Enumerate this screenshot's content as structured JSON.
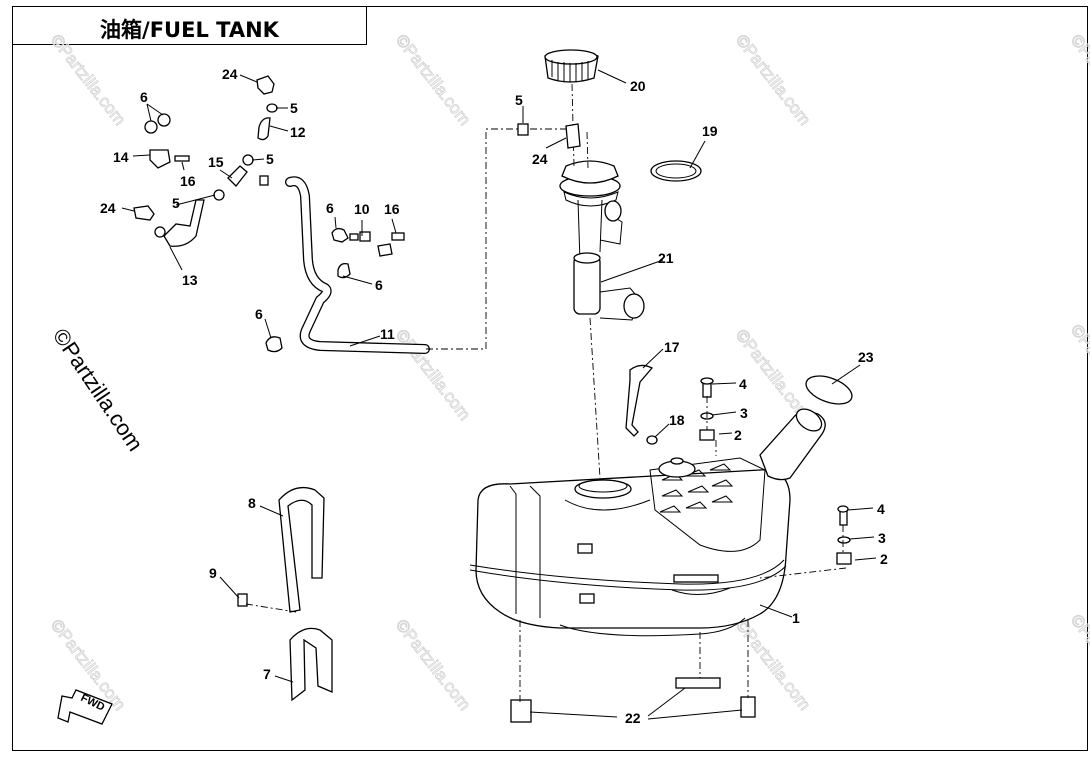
{
  "title": "油箱/FUEL TANK",
  "watermark": "©Partzilla.com",
  "fwd_label": "FWD",
  "callouts": [
    {
      "id": "c1",
      "label": "1"
    },
    {
      "id": "c2a",
      "label": "2"
    },
    {
      "id": "c2b",
      "label": "2"
    },
    {
      "id": "c3a",
      "label": "3"
    },
    {
      "id": "c3b",
      "label": "3"
    },
    {
      "id": "c4a",
      "label": "4"
    },
    {
      "id": "c4b",
      "label": "4"
    },
    {
      "id": "c5a",
      "label": "5"
    },
    {
      "id": "c5b",
      "label": "5"
    },
    {
      "id": "c5c",
      "label": "5"
    },
    {
      "id": "c5d",
      "label": "5"
    },
    {
      "id": "c6a",
      "label": "6"
    },
    {
      "id": "c6b",
      "label": "6"
    },
    {
      "id": "c6c",
      "label": "6"
    },
    {
      "id": "c6d",
      "label": "6"
    },
    {
      "id": "c7",
      "label": "7"
    },
    {
      "id": "c8",
      "label": "8"
    },
    {
      "id": "c9",
      "label": "9"
    },
    {
      "id": "c10",
      "label": "10"
    },
    {
      "id": "c11",
      "label": "11"
    },
    {
      "id": "c12",
      "label": "12"
    },
    {
      "id": "c13",
      "label": "13"
    },
    {
      "id": "c14",
      "label": "14"
    },
    {
      "id": "c15",
      "label": "15"
    },
    {
      "id": "c16a",
      "label": "16"
    },
    {
      "id": "c16b",
      "label": "16"
    },
    {
      "id": "c17",
      "label": "17"
    },
    {
      "id": "c18",
      "label": "18"
    },
    {
      "id": "c19",
      "label": "19"
    },
    {
      "id": "c20",
      "label": "20"
    },
    {
      "id": "c21",
      "label": "21"
    },
    {
      "id": "c22",
      "label": "22"
    },
    {
      "id": "c23",
      "label": "23"
    },
    {
      "id": "c24a",
      "label": "24"
    },
    {
      "id": "c24b",
      "label": "24"
    },
    {
      "id": "c24c",
      "label": "24"
    }
  ]
}
